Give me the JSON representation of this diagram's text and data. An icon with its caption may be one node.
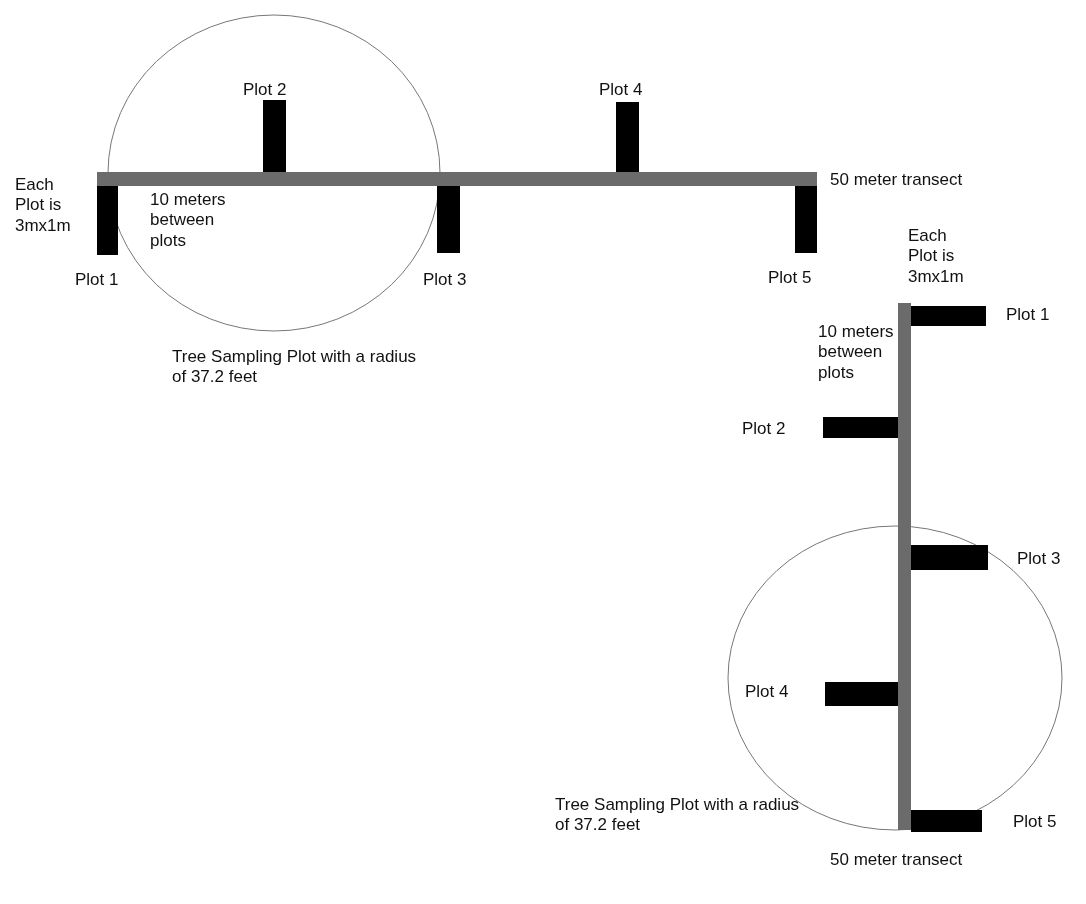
{
  "diagram": {
    "labels": [
      "Plot 2",
      "Plot 4",
      "Each Plot is 3mx1m",
      "50 meter transect",
      "10 meters between plots",
      "Plot 1",
      "Plot 3",
      "Plot 5",
      "Each Plot is 3mx1m",
      "Plot 1",
      "10 meters between plots",
      "Tree Sampling Plot with a radius of 37.2 feet",
      "Plot 2",
      "Plot 3",
      "Plot 4",
      "Tree Sampling Plot with a radius of 37.2 feet",
      "Plot 5",
      "50 meter transect"
    ]
  }
}
